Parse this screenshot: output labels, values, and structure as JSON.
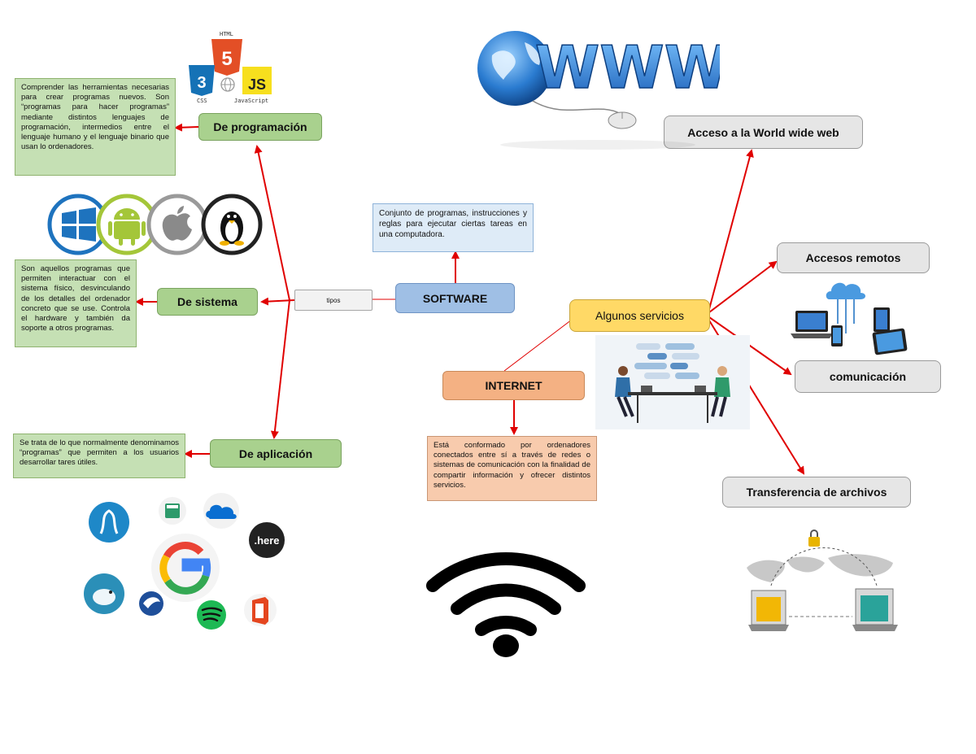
{
  "central": {
    "label": "SOFTWARE"
  },
  "definition": {
    "text": "Conjunto de programas, instrucciones y reglas para ejecutar ciertas tareas en una computadora."
  },
  "connector": {
    "label": "tipos"
  },
  "types": {
    "programacion": {
      "label": "De programación",
      "note": "Comprender las herramientas necesarias para crear programas nuevos. Son “programas para hacer programas” mediante distintos lenguajes de programación, intermedios entre el lenguaje humano y el lenguaje binario que usan lo ordenadores."
    },
    "sistema": {
      "label": "De sistema",
      "note": "Son aquellos programas que permiten interactuar con el sistema físico, desvinculando de los detalles del ordenador concreto que se use. Controla el hardware y también da soporte a otros programas."
    },
    "aplicacion": {
      "label": "De aplicación",
      "note": "Se trata de lo que normalmente denominamos “programas” que permiten a los usuarios desarrollar tares útiles."
    }
  },
  "internet": {
    "label": "INTERNET",
    "note": "Está conformado por ordenadores conectados entre sí a través de redes o sistemas de comunicación con la finalidad de compartir información y ofrecer distintos servicios."
  },
  "services": {
    "label": "Algunos servicios",
    "items": [
      "Acceso a la World wide web",
      "Accesos remotos",
      "comunicación",
      "Transferencia de archivos"
    ]
  },
  "logos": {
    "html": "HTML",
    "css": "CSS",
    "js": "JS",
    "javascript": "JavaScript",
    "www": "WWW",
    "here": ".here"
  },
  "colors": {
    "arrow": "#e00000",
    "green": "#a9d18e",
    "blue": "#9fbfe5",
    "orange": "#f4b183",
    "yellow": "#ffd966",
    "gray": "#e6e6e6"
  }
}
